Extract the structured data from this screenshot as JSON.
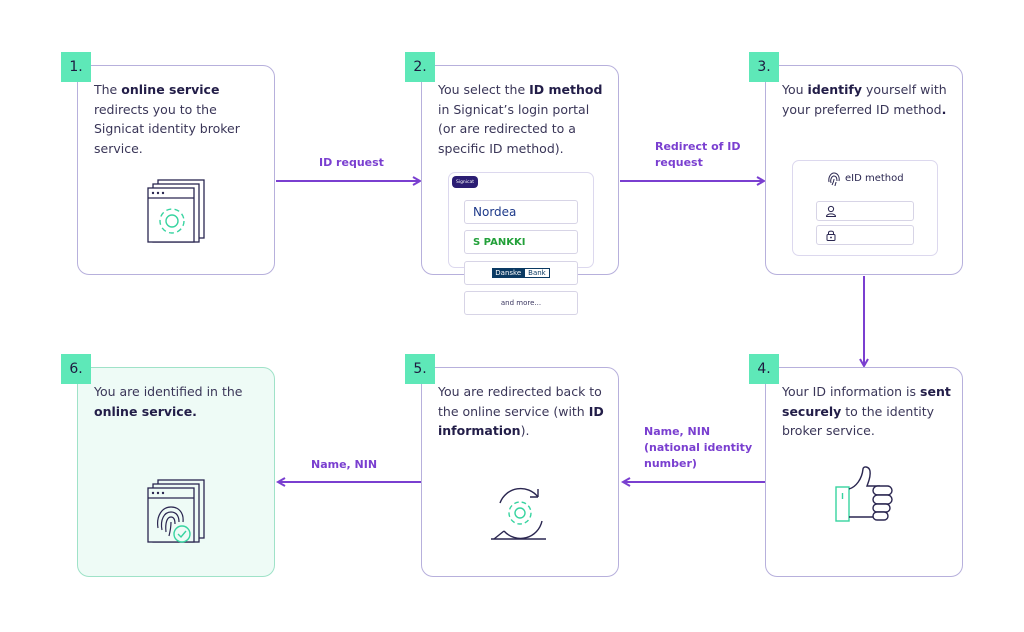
{
  "steps": [
    {
      "number": "1.",
      "segments": [
        {
          "text": "The ",
          "bold": false
        },
        {
          "text": "online service",
          "bold": true
        },
        {
          "text": " redirects you to the Signicat identity broker service.",
          "bold": false
        }
      ]
    },
    {
      "number": "2.",
      "segments": [
        {
          "text": "You select the ",
          "bold": false
        },
        {
          "text": "ID method",
          "bold": true
        },
        {
          "text": " in Signicat’s login portal (or are redirected to a specific ID method).",
          "bold": false
        }
      ]
    },
    {
      "number": "3.",
      "segments": [
        {
          "text": "You ",
          "bold": false
        },
        {
          "text": "identify",
          "bold": true
        },
        {
          "text": " yourself with your preferred ID method",
          "bold": false
        },
        {
          "text": ".",
          "bold": true
        }
      ]
    },
    {
      "number": "4.",
      "segments": [
        {
          "text": "Your ID information is ",
          "bold": false
        },
        {
          "text": "sent securely",
          "bold": true
        },
        {
          "text": " to the identity broker service.",
          "bold": false
        }
      ]
    },
    {
      "number": "5.",
      "segments": [
        {
          "text": "You are redirected back to the online service (with ",
          "bold": false
        },
        {
          "text": "ID information",
          "bold": true
        },
        {
          "text": ").",
          "bold": false
        }
      ]
    },
    {
      "number": "6.",
      "segments": [
        {
          "text": "You are identified in the ",
          "bold": false
        },
        {
          "text": "online service.",
          "bold": true
        }
      ]
    }
  ],
  "arrows": {
    "a12": [
      "ID request"
    ],
    "a23": [
      "Redirect of ID",
      "request"
    ],
    "a45": [
      "Name, NIN",
      "(national identity",
      "number)"
    ],
    "a56": [
      "Name, NIN"
    ]
  },
  "portal": {
    "logo": "Signicat",
    "banks": [
      "Nordea",
      "S PANKKI",
      "Danske",
      "Bank",
      "and more..."
    ]
  },
  "eid": {
    "title": "eID method"
  },
  "colors": {
    "accent": "#7a3fd0",
    "badge": "#5ee8b8",
    "icon_stroke": "#2a2650",
    "icon_accent": "#37d4a0"
  }
}
